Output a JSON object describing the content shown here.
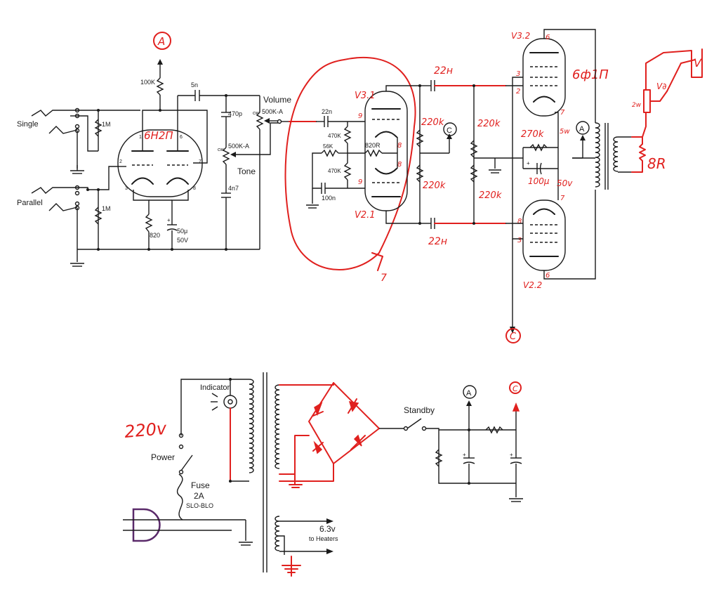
{
  "labels": {
    "single": "Single",
    "parallel": "Parallel",
    "volume": "Volume",
    "tone": "Tone",
    "cw": "cw",
    "pot_volume": "500K-A",
    "pot_tone": "500K-A",
    "r_100k": "100K",
    "c_5n": "5n",
    "c_470p": "470p",
    "c_4n7": "4n7",
    "r_1m_top": "1M",
    "r_1m_bot": "1M",
    "r_820": "820",
    "c_50u": "50μ",
    "c_50v": "50V",
    "c_22n": "22n",
    "r_470k_a": "470K",
    "r_56k": "56K",
    "r_470k_b": "470K",
    "r_820r": "820R",
    "c_100n": "100n",
    "pin1": "1",
    "pin6": "6",
    "pin2": "2",
    "pin7": "7",
    "pin3": "3",
    "pin8": "8",
    "indicator": "Indicator",
    "power": "Power",
    "fuse": "Fuse",
    "fuse_rating": "2A",
    "fuse_type": "SLO-BLO",
    "standby": "Standby",
    "heater_v": "6.3v",
    "heater_to": "to Heaters"
  },
  "handwritten": {
    "node_a_top": "A",
    "tube_in": "6Н2П",
    "v31": "V3.1",
    "v21": "V2.1",
    "p9a": "9",
    "p9b": "9",
    "p8a": "8",
    "p8b": "8",
    "c22h_top": "22н",
    "c22h_bot": "22н",
    "r220k_a": "220k",
    "r220k_b": "220k",
    "r220k_c": "220k",
    "r220k_d": "220k",
    "r270k": "270k",
    "c100u": "100μ",
    "v50": "50v",
    "w5": "5w",
    "v32": "V3.2",
    "v22": "V2.2",
    "tube_out": "6ф1П",
    "p6a": "6",
    "p6b": "6",
    "p7a": "7",
    "p7b": "7",
    "p3a": "3",
    "p3b": "3",
    "p2a": "2",
    "p8c": "8",
    "r8r": "8R",
    "r2w": "2w",
    "va": "V∂",
    "node_c_bottom": "C",
    "mains": "220v",
    "seven": "7"
  },
  "nodes": {
    "A": "A",
    "C": "C"
  }
}
